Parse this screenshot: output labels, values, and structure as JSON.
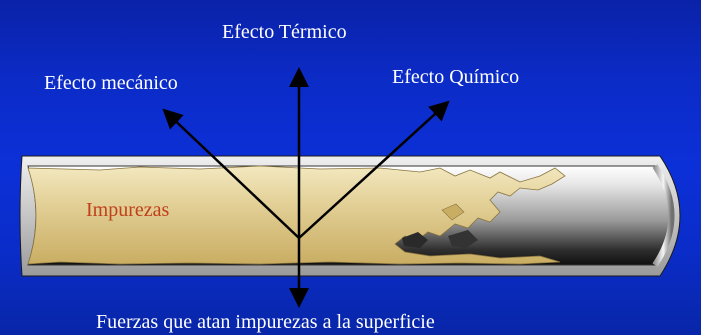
{
  "labels": {
    "thermal": "Efecto Térmico",
    "mechanical": "Efecto mecánico",
    "chemical": "Efecto Químico",
    "impurities": "Impurezas",
    "forces": "Fuerzas que atan impurezas a la superficie"
  },
  "colors": {
    "background": "#0c2cc8",
    "pipe_wall": "#d8d8d8",
    "impurity_fill": "#e6d7a0",
    "impurity_text": "#c0401a",
    "arrow": "#000000",
    "label_text": "#ffffff"
  }
}
